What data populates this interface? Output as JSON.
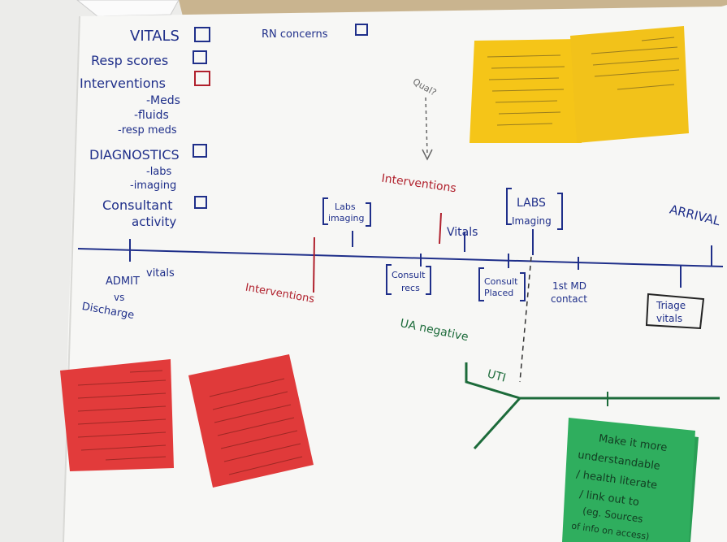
{
  "checklist": {
    "vitals": "VITALS",
    "resp_scores": "Resp scores",
    "interventions": "Interventions",
    "meds": "-Meds",
    "fluids": "-fluids",
    "resp_meds": "-resp meds",
    "diagnostics": "DIAGNOSTICS",
    "labs": "-labs",
    "imaging": "-imaging",
    "consultant_activity_1": "Consultant",
    "consultant_activity_2": "activity"
  },
  "top": {
    "rn_concerns": "RN concerns",
    "question": "Qual?"
  },
  "timeline_top": {
    "interventions": "Interventions",
    "labs_imaging_1": "Labs",
    "labs_imaging_2": "imaging",
    "vitals": "Vitals",
    "labs_caps": "LABS",
    "imaging_caps": "Imaging",
    "arrival": "ARRIVAL"
  },
  "timeline_bottom": {
    "admit": "ADMIT",
    "vs": "vs",
    "discharge": "Discharge",
    "vitals": "vitals",
    "interventions": "Interventions",
    "consult_recs_1": "Consult",
    "consult_recs_2": "recs",
    "consult_placed_1": "Consult",
    "consult_placed_2": "Placed",
    "first_md_contact_1": "1st MD",
    "first_md_contact_2": "contact",
    "triage_vitals_1": "Triage",
    "triage_vitals_2": "vitals"
  },
  "branch": {
    "ua_negative": "UA negative",
    "uti": "UTI"
  },
  "notes": {
    "green_1": "Make it more",
    "green_2": "understandable",
    "green_3": "/ health literate",
    "green_4": "/ link out to",
    "green_5": "(eg. Sources",
    "green_6": "of info on access)"
  },
  "colors": {
    "blue_ink": "#1f2f8a",
    "red_ink": "#b0202c",
    "green_ink": "#1c6b3a",
    "yellow_note": "#f5c518",
    "red_note": "#e23b3b",
    "green_note": "#2fae5e",
    "paper": "#f7f7f5",
    "table": "#c9b48f"
  }
}
